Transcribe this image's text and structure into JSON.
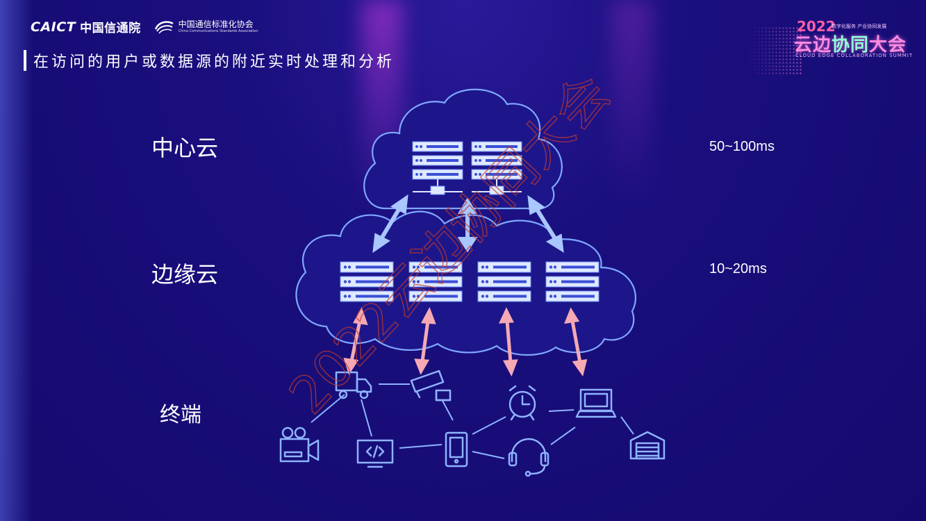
{
  "header": {
    "caict_logo": "CAICT",
    "caict_name": "中国信通院",
    "ccsa_name_cn": "中国通信标准化协会",
    "ccsa_name_en": "China Communications Standards Association"
  },
  "summit": {
    "year": "2022",
    "tagline": "数字化服务 产业协同发展",
    "name_part1": "云边",
    "name_part2": "协同",
    "name_part3": "大会",
    "name_en": "CLOUD EDGE COLLABORATION SUMMIT"
  },
  "title": "在访问的用户或数据源的附近实时处理和分析",
  "layers": {
    "center_cloud": "中心云",
    "edge_cloud": "边缘云",
    "terminal": "终端"
  },
  "latency": {
    "center": "50~100ms",
    "edge": "10~20ms"
  },
  "watermark": "2022云边协同大会",
  "colors": {
    "background": "#1a0f7e",
    "cloud_stroke": "#7fa8ff",
    "server_fill": "#dfe9ff",
    "server_slot": "#3a4fd6",
    "arrow_up": "#a9c6ff",
    "arrow_down": "#f4a9b4",
    "device_stroke": "#8fb4ff",
    "watermark": "#c0392b"
  },
  "icons": [
    "truck-icon",
    "cctv-camera-icon",
    "alarm-clock-icon",
    "laptop-icon",
    "video-camera-icon",
    "code-monitor-icon",
    "smartphone-icon",
    "headset-icon",
    "garage-icon"
  ]
}
